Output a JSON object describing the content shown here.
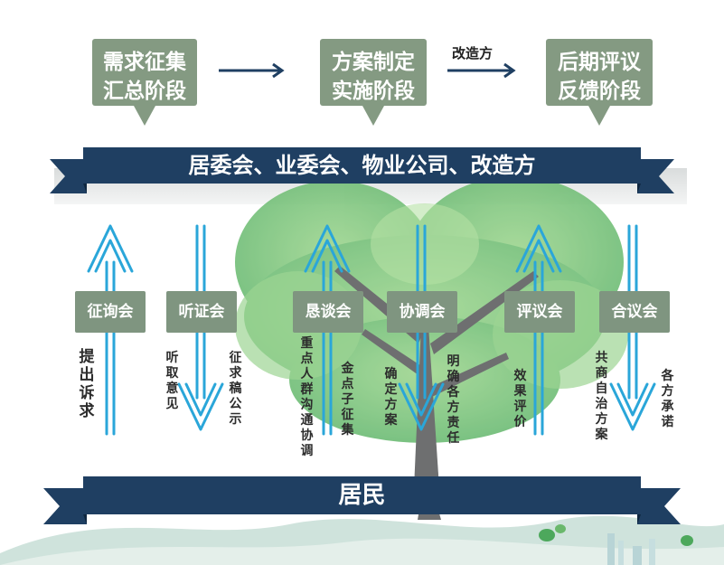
{
  "stages": [
    {
      "line1": "需求征集",
      "line2": "汇总阶段"
    },
    {
      "line1": "方案制定",
      "line2": "实施阶段"
    },
    {
      "line1": "后期评议",
      "line2": "反馈阶段"
    }
  ],
  "arrow_label": "改造方",
  "top_banner": "居委会、业委会、物业公司、改造方",
  "bottom_banner": "居民",
  "nodes": [
    "征询会",
    "听证会",
    "恳谈会",
    "协调会",
    "评议会",
    "合议会"
  ],
  "notes": {
    "tichu": "提出诉求",
    "tingqu": "听取意见",
    "zhengqiu": "征求稿公示",
    "zhongdian": "重点人群沟通协调",
    "jindian": "金点子征集",
    "queding": "确定方案",
    "mingque": "明确各方责任",
    "xiaoguo": "效果评价",
    "gongshang": "共商自治方案",
    "gefang": "各方承诺"
  },
  "colors": {
    "banner": "#1f3f62",
    "box": "#849a82",
    "node": "#7f9580",
    "arrow": "#2aa6d9",
    "leaf": "#78c57a"
  }
}
